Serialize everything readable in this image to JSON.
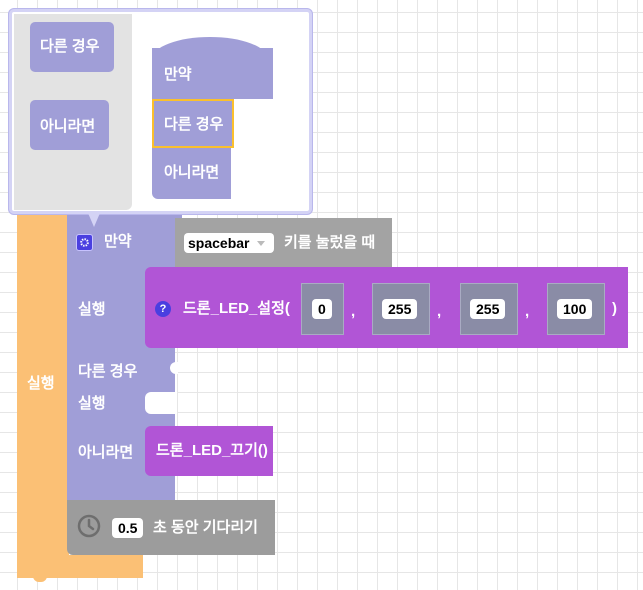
{
  "popup": {
    "palette": {
      "else_if_label": "다른 경우",
      "else_label": "아니라면"
    },
    "preview": {
      "if_label": "만약",
      "else_if_label": "다른 경우",
      "else_label": "아니라면"
    }
  },
  "repeat_block": {
    "label": "실행",
    "color": "#fbc075"
  },
  "if_block": {
    "if_label": "만약",
    "then_label": "실행",
    "else_if_label": "다른 경우",
    "else_if_then_label": "실행",
    "else_label": "아니라면",
    "color": "#a09ed7"
  },
  "key_condition": {
    "key_value": "spacebar",
    "suffix": "키를 눌렀을 때"
  },
  "led_set_block": {
    "label": "드론_LED_설정(",
    "args": [
      "0",
      "255",
      "255",
      "100"
    ],
    "separator": ",",
    "close": ")",
    "color": "#b155d6"
  },
  "led_off_block": {
    "label": "드론_LED_끄기()"
  },
  "wait_block": {
    "value": "0.5",
    "suffix": "초 동안 기다리기"
  }
}
